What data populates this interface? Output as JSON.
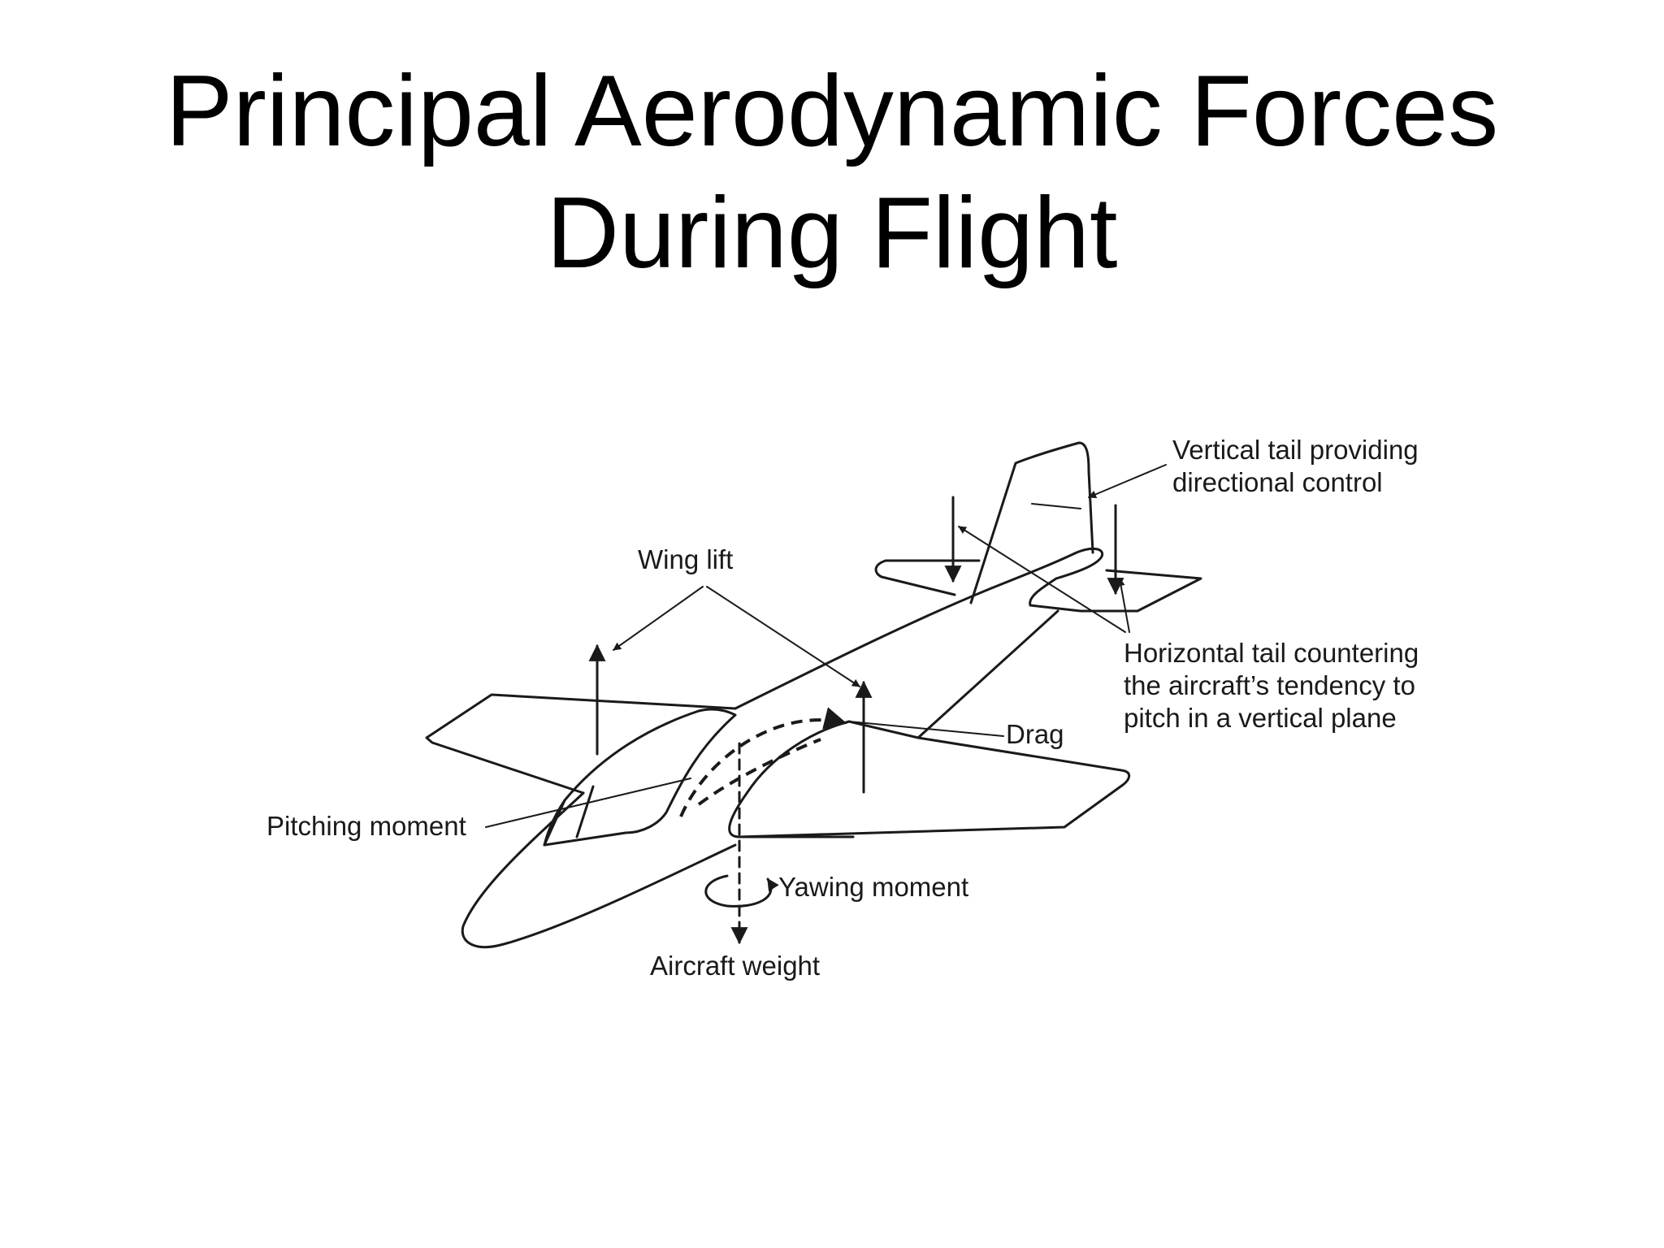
{
  "title": {
    "line1": "Principal Aerodynamic Forces",
    "line2": "During Flight"
  },
  "labels": {
    "vertical_tail_line1": "Vertical tail providing",
    "vertical_tail_line2": "directional control",
    "wing_lift": "Wing lift",
    "horizontal_tail_line1": "Horizontal tail countering",
    "horizontal_tail_line2": "the aircraft’s tendency to",
    "horizontal_tail_line3": "pitch in a vertical plane",
    "drag": "Drag",
    "pitching_moment": "Pitching moment",
    "yawing_moment": "Yawing moment",
    "aircraft_weight": "Aircraft weight"
  }
}
